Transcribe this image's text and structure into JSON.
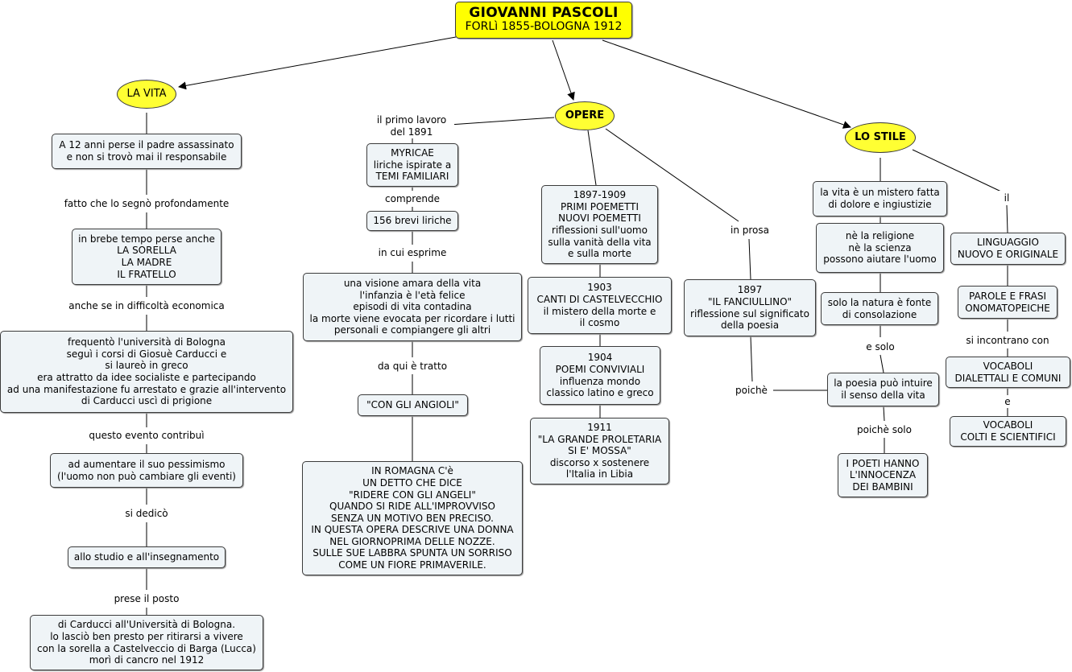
{
  "root": {
    "title": "GIOVANNI PASCOLI",
    "subtitle": "FORLì 1855-BOLOGNA 1912"
  },
  "vita": {
    "header": "LA VITA",
    "n1": "A 12 anni perse il padre assassinato\ne non si trovò mai il responsabile",
    "l1": "fatto che lo segnò profondamente",
    "n2": "in brebe tempo perse anche\nLA SORELLA\nLA MADRE\nIL FRATELLO",
    "l2": "anche se in difficoltà economica",
    "n3": "frequentò l'università di Bologna\nseguì i corsi di Giosuè Carducci e\nsi laureò in greco\nera attratto da idee socialiste e partecipando\nad una manifestazione fu arrestato e grazie all'intervento\ndi Carducci uscì di prigione",
    "l3": "questo evento contribuì",
    "n4": "ad aumentare il suo pessimismo\n(l'uomo non può cambiare gli eventi)",
    "l4": "si dedicò",
    "n5": "allo studio e all'insegnamento",
    "l5": "prese il posto",
    "n6": "di Carducci all'Università di Bologna.\nlo lasciò ben presto per ritirarsi a vivere\ncon la sorella a Castelveccio di Barga (Lucca)\nmorì di cancro nel 1912"
  },
  "opere": {
    "header": "OPERE",
    "l_primo": "il primo lavoro\ndel 1891",
    "myricae": "MYRICAE\nliriche ispirate a\nTEMI FAMILIARI",
    "l_comprende": "comprende",
    "liriche": "156 brevi liriche",
    "l_esprime": "in cui esprime",
    "visione": "una visione amara della vita\nl'infanzia è l'età felice\nepisodi di vita contadina\nla morte viene evocata per ricordare i lutti\npersonali e compiangere gli altri",
    "l_tratto": "da qui è tratto",
    "angioli": "\"CON GLI ANGIOLI\"",
    "romagna": "IN ROMAGNA C'è\nUN DETTO CHE DICE\n\"RIDERE CON GLI ANGELI\"\nQUANDO SI RIDE ALL'IMPROVVISO\nSENZA UN MOTIVO BEN PRECISO.\nIN QUESTA OPERA DESCRIVE UNA DONNA\nNEL GIORNOPRIMA DELLE NOZZE.\nSULLE SUE LABBRA SPUNTA UN SORRISO\nCOME UN FIORE PRIMAVERILE.",
    "poemetti": "1897-1909\nPRIMI POEMETTI\nNUOVI POEMETTI\nriflessioni sull'uomo\nsulla vanità della vita\ne sulla morte",
    "canti": "1903\nCANTI DI CASTELVECCHIO\nil mistero della morte e\nil cosmo",
    "conviviali": "1904\nPOEMI CONVIVIALI\ninfluenza mondo\nclassico latino e greco",
    "proletaria": "1911\n\"LA GRANDE PROLETARIA\nSI E' MOSSA\"\ndiscorso x sostenere\nl'Italia in Libia",
    "l_prosa": "in prosa",
    "fanciullino": "1897\n\"IL FANCIULLINO\"\nriflessione sul significato\ndella poesia",
    "l_poiche": "poichè"
  },
  "stile": {
    "header": "LO STILE",
    "mistero": "la vita è un mistero fatta\ndi dolore e ingiustizie",
    "religione": "nè la religione\nnè la scienza\npossono aiutare l'uomo",
    "natura": "solo la natura è fonte\ndi consolazione",
    "l_esolo": "e solo",
    "poesia": "la poesia può intuire\nil senso della vita",
    "l_poichesolo": "poichè solo",
    "poeti": "I POETI HANNO\nL'INNOCENZA\nDEI BAMBINI",
    "l_il": "il",
    "linguaggio": "LINGUAGGIO\nNUOVO E ORIGINALE",
    "parole": "PAROLE E FRASI\nONOMATOPEICHE",
    "l_incontrano": "si incontrano con",
    "dialettali": "VOCABOLI\nDIALETTALI E COMUNI",
    "l_e": "e",
    "colti": "VOCABOLI\nCOLTI E SCIENTIFICI"
  }
}
